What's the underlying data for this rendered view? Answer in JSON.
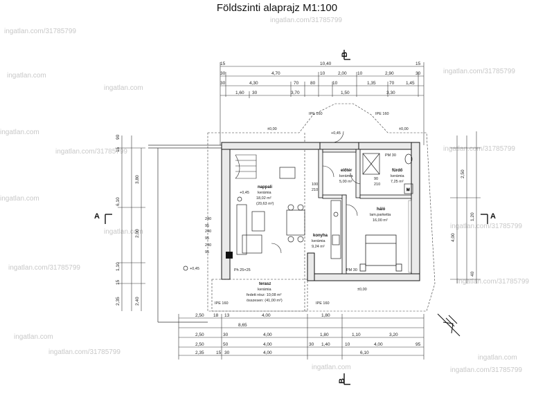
{
  "title": "Földszinti alaprajz M1:100",
  "watermark": "ingatlan.com/31785799",
  "watermark_short": "ingatlan.com",
  "section_marks": [
    "A",
    "B"
  ],
  "levels": {
    "ground": "±0,00",
    "raised": "+0,45"
  },
  "beams": {
    "ipe160": "IPE 160",
    "pm30": "PM 30",
    "ph": "Ph 25×25"
  },
  "rooms": {
    "nappali": {
      "name": "nappali",
      "floor": "kerámia",
      "area1": "18,02 m²",
      "area2": "(20,63 m²)"
    },
    "eloter": {
      "name": "előtér",
      "floor": "kerámia",
      "area": "5,00 m²"
    },
    "furdo": {
      "name": "fürdő",
      "floor": "kerámia",
      "area": "7,25 m²"
    },
    "halo": {
      "name": "háló",
      "floor": "lam.parketta",
      "area": "16,00 m²"
    },
    "konyha": {
      "name": "konyha",
      "floor": "kerámia",
      "area": "9,24 m²"
    },
    "terasz": {
      "name": "terasz",
      "floor": "kerámia",
      "covered": "fedett rész: 10,08 m²",
      "total": "összesen: (41,00 m²)"
    }
  },
  "door_labels": [
    "100",
    "210",
    "90",
    "210"
  ],
  "dims_top": {
    "r1": [
      "15",
      "10,40",
      "15"
    ],
    "r2": [
      "30",
      "4,70",
      "10",
      "2,00",
      "10",
      "2,90",
      "30"
    ],
    "r3": [
      "30",
      "4,30",
      "70",
      "80",
      "10",
      "1,35",
      "70",
      "1,45"
    ],
    "r4": [
      "1,60",
      "30",
      "3,70",
      "1,50",
      "3,30"
    ]
  },
  "dims_bottom": {
    "r1": [
      "2,50",
      "18",
      "13",
      "4,00",
      "1,80"
    ],
    "r2": [
      "8,65"
    ],
    "r3": [
      "2,50",
      "30",
      "4,00",
      "1,80",
      "1,10",
      "3,20"
    ],
    "r4": [
      "2,50",
      "50",
      "4,00",
      "30",
      "1,40",
      "10",
      "4,00",
      "95"
    ],
    "r5": [
      "2,35",
      "15",
      "30",
      "4,00",
      "6,10"
    ]
  },
  "dims_left": [
    "90",
    "15",
    "3,80",
    "6,10",
    "2,00",
    "1,10",
    "15",
    "2,35",
    "2,40"
  ],
  "dims_right": [
    "2,50",
    "1,20",
    "4,00",
    "40"
  ],
  "interior_dims": [
    "240",
    "240",
    "240",
    "95",
    "95",
    "95"
  ]
}
